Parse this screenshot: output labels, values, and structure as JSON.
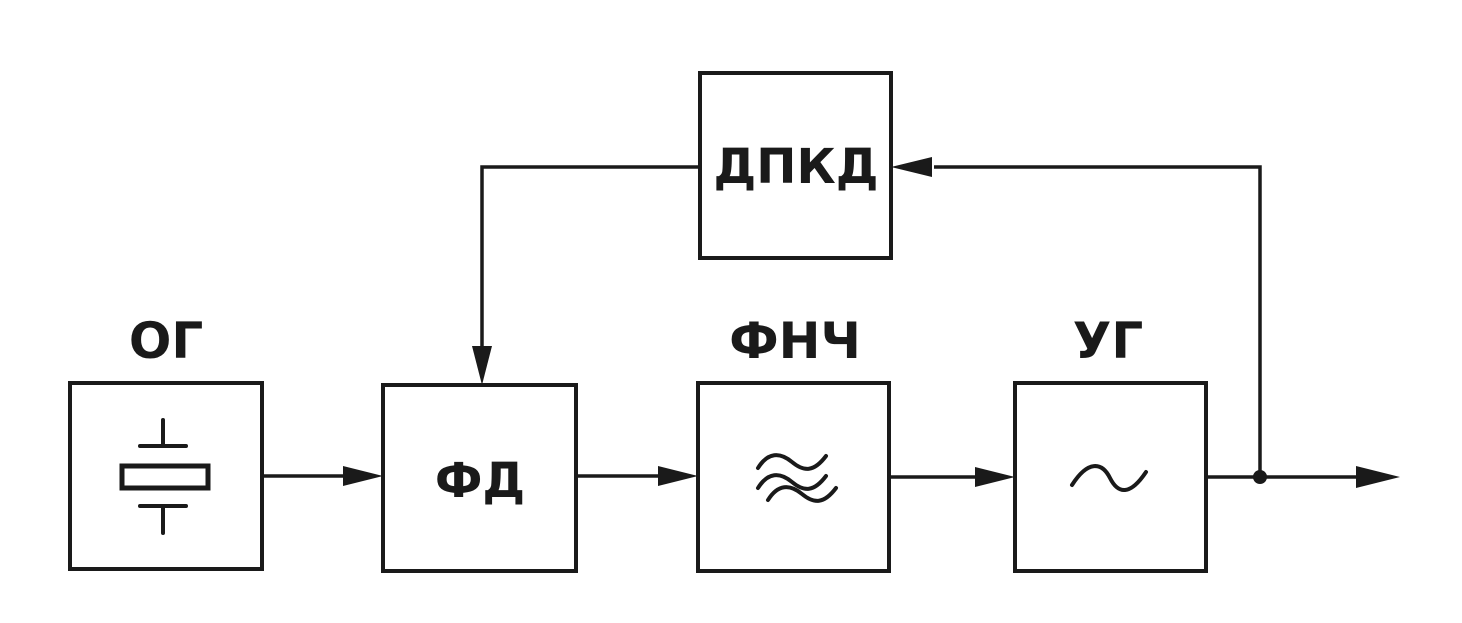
{
  "blocks": {
    "og": {
      "label": "ОГ",
      "icon": "crystal-oscillator-icon"
    },
    "fd": {
      "text": "ФД"
    },
    "fnch": {
      "label": "ФНЧ",
      "icon": "lowpass-filter-icon"
    },
    "ug": {
      "label": "УГ",
      "icon": "sine-wave-icon"
    },
    "dpkd": {
      "text": "ДПКД"
    }
  },
  "connections": [
    {
      "from": "ОГ",
      "to": "ФД"
    },
    {
      "from": "ФД",
      "to": "ФНЧ"
    },
    {
      "from": "ФНЧ",
      "to": "УГ"
    },
    {
      "from": "УГ",
      "to": "output"
    },
    {
      "from": "УГ",
      "to": "ДПКД"
    },
    {
      "from": "ДПКД",
      "to": "ФД"
    }
  ]
}
